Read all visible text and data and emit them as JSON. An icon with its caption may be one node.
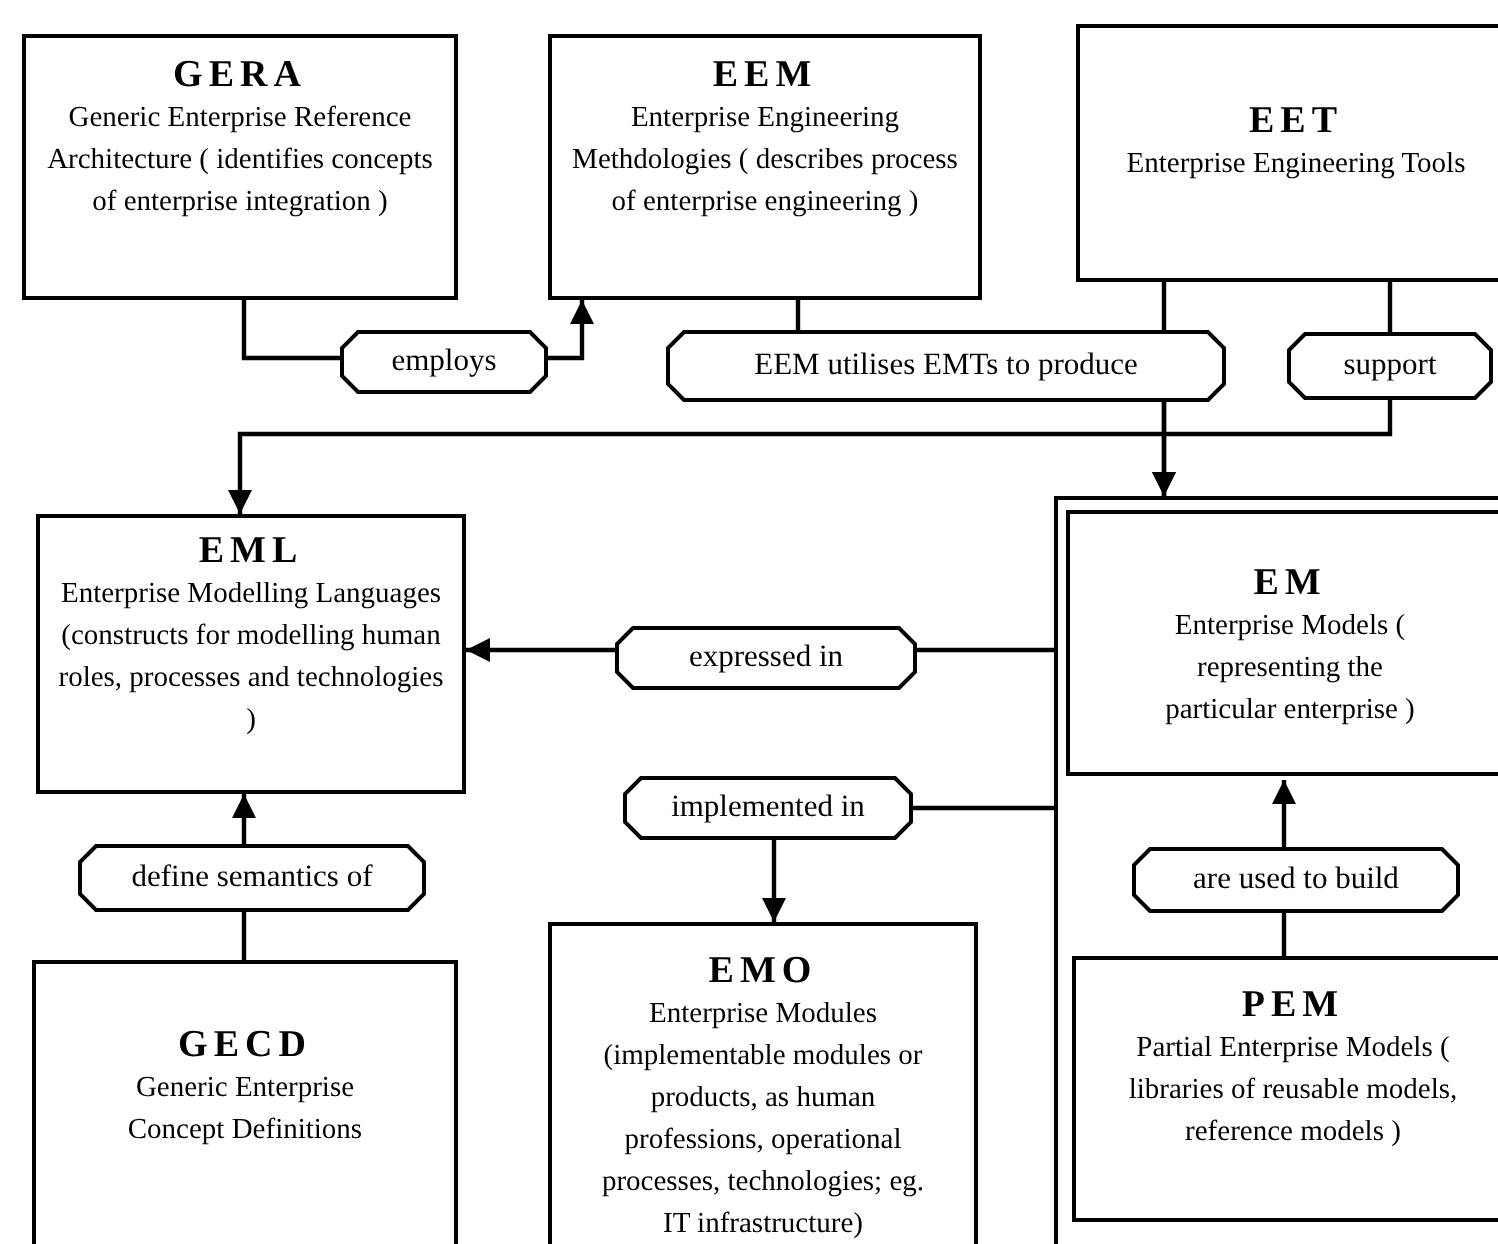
{
  "diagram": {
    "nodes": [
      {
        "text": [
          "GERA",
          "Generic Enterprise Reference Architecture ( identifies concepts of enterprise integration )"
        ]
      },
      {
        "text": [
          "EEM",
          "Enterprise Engineering Methdologies ( describes process of enterprise engineering )"
        ]
      },
      {
        "text": [
          "EET",
          "Enterprise Engineering Tools"
        ]
      },
      {
        "text": [
          "EML",
          "Enterprise Modelling Languages (constructs for modelling human roles, processes and technologies )"
        ]
      },
      {
        "text": [],
        "shape": "box"
      },
      {
        "text": [
          "EM",
          "Enterprise Models ( representing the particular enterprise )"
        ],
        "in": 4
      },
      {
        "text": [
          "GECD",
          "Generic Enterprise Concept Definitions"
        ]
      },
      {
        "text": [
          "EMO",
          "Enterprise Modules (implementable modules or products, as human professions, operational processes, technologies; eg. IT infrastructure)"
        ]
      },
      {
        "text": [
          "PEM",
          "Partial Enterprise Models ( libraries of reusable models, reference models )"
        ],
        "in": 4
      }
    ],
    "edges": [
      {
        "from": 0,
        "to": 1,
        "arrow": "to",
        "label": "employs"
      },
      {
        "from": 1,
        "to": 4,
        "arrow": "to",
        "label": "EEM utilises EMTs to produce"
      },
      {
        "from": 2,
        "to": 4,
        "arrow": "to"
      },
      {
        "from": 2,
        "to": 3,
        "arrow": "to",
        "label": "support"
      },
      {
        "from": 4,
        "to": 3,
        "arrow": "to",
        "label": "expressed in"
      },
      {
        "from": 4,
        "to": 7,
        "arrow": "to",
        "label": "implemented in"
      },
      {
        "from": 6,
        "to": 3,
        "arrow": "to",
        "label": "define semantics of"
      },
      {
        "from": 8,
        "to": 5,
        "arrow": "to",
        "label": "are used to build"
      }
    ]
  }
}
